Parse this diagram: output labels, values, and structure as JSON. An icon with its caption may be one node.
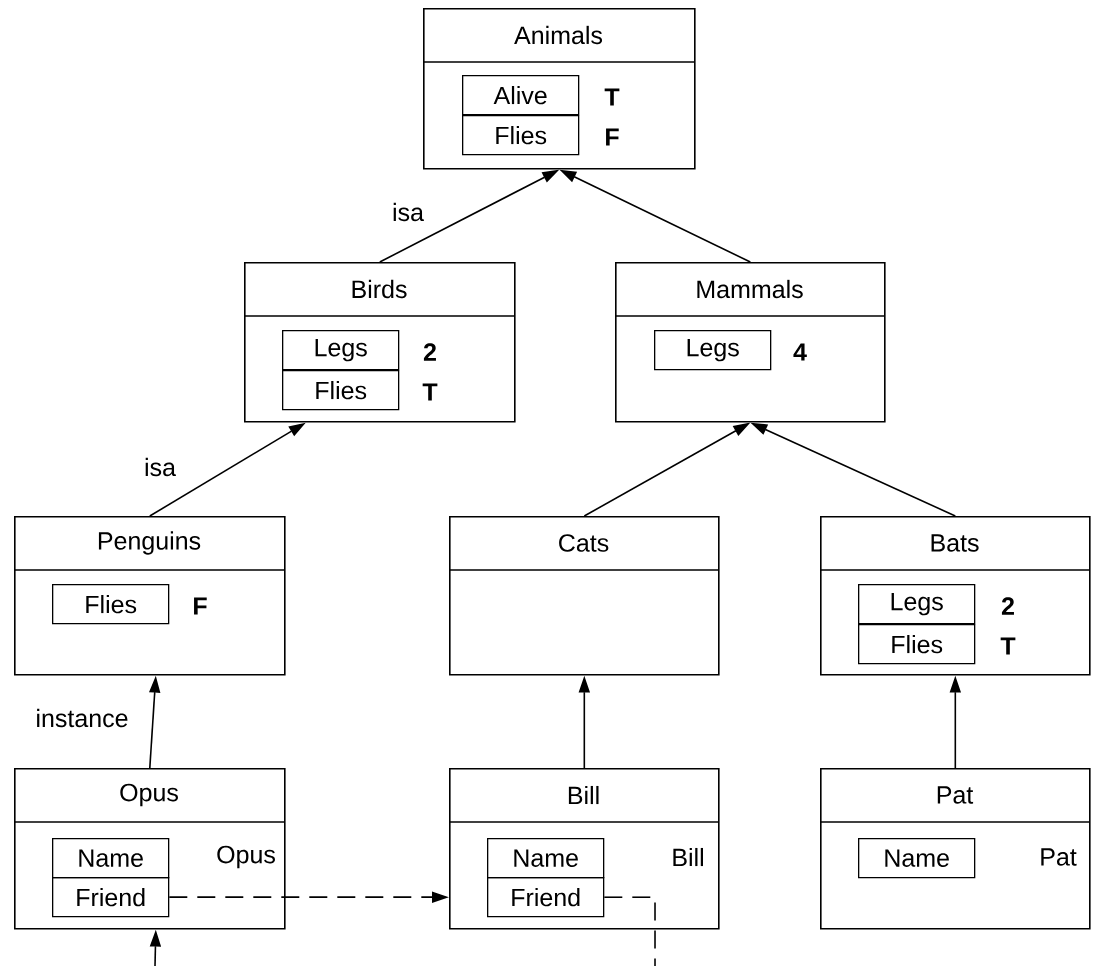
{
  "diagram": {
    "nodes": [
      {
        "text": [
          "Animals"
        ]
      },
      {
        "text": [
          "Alive"
        ],
        "in": 0,
        "beside": [
          "T"
        ]
      },
      {
        "text": [
          "Flies"
        ],
        "in": 0,
        "beside": [
          "F"
        ]
      },
      {
        "text": [
          "Birds"
        ]
      },
      {
        "text": [
          "Legs"
        ],
        "in": 3,
        "beside": [
          "2"
        ]
      },
      {
        "text": [
          "Flies"
        ],
        "in": 3,
        "beside": [
          "T"
        ]
      },
      {
        "text": [
          "Mammals"
        ]
      },
      {
        "text": [
          "Legs"
        ],
        "in": 6,
        "beside": [
          "4"
        ]
      },
      {
        "text": [
          "Penguins"
        ]
      },
      {
        "text": [
          "Flies"
        ],
        "in": 8,
        "beside": [
          "F"
        ]
      },
      {
        "text": [
          "Cats"
        ]
      },
      {
        "text": [
          "Bats"
        ]
      },
      {
        "text": [
          "Legs"
        ],
        "in": 11,
        "beside": [
          "2"
        ]
      },
      {
        "text": [
          "Flies"
        ],
        "in": 11,
        "beside": [
          "T"
        ]
      },
      {
        "text": [
          "Opus"
        ]
      },
      {
        "text": [
          "Name"
        ],
        "in": 14,
        "beside": [
          "Opus"
        ]
      },
      {
        "text": [
          "Friend"
        ],
        "in": 14
      },
      {
        "text": [
          "Bill"
        ]
      },
      {
        "text": [
          "Name"
        ],
        "in": 17,
        "beside": [
          "Bill"
        ]
      },
      {
        "text": [
          "Friend"
        ],
        "in": 17
      },
      {
        "text": [
          "Pat"
        ]
      },
      {
        "text": [
          "Name"
        ],
        "in": 20,
        "beside": [
          "Pat"
        ]
      }
    ],
    "edges": [
      {
        "from": 3,
        "to": 0,
        "arrow": "to",
        "label": "isa"
      },
      {
        "from": 6,
        "to": 0,
        "arrow": "to"
      },
      {
        "from": 8,
        "to": 3,
        "arrow": "to",
        "label": "isa"
      },
      {
        "from": 10,
        "to": 6,
        "arrow": "to"
      },
      {
        "from": 11,
        "to": 6,
        "arrow": "to"
      },
      {
        "from": 14,
        "to": 8,
        "arrow": "to",
        "label": "instance"
      },
      {
        "from": 17,
        "to": 10,
        "arrow": "to"
      },
      {
        "from": 20,
        "to": 11,
        "arrow": "to"
      },
      {
        "from": 16,
        "to": 17,
        "arrow": "to",
        "style": "dashed"
      },
      {
        "from": null,
        "to": 14,
        "arrow": "to"
      },
      {
        "from": 19,
        "to": null,
        "arrow": "none",
        "style": "dashed"
      }
    ]
  }
}
